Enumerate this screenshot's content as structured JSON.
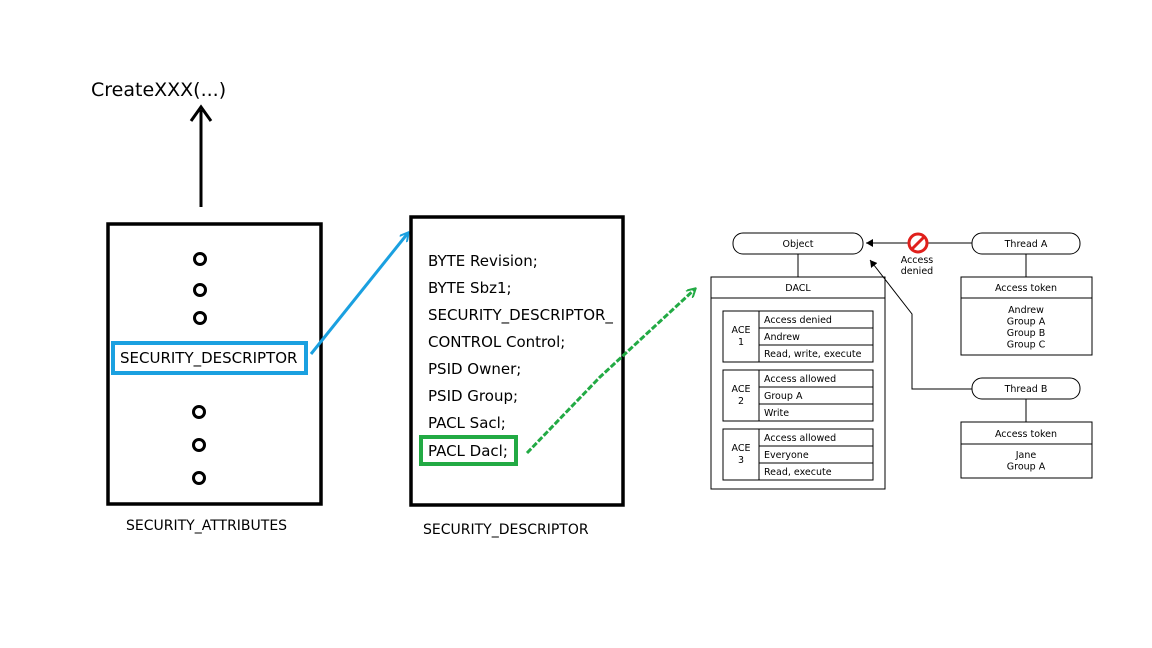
{
  "create_call": "CreateXXX(...)",
  "security_attributes": {
    "highlighted_field": "SECURITY_DESCRIPTOR",
    "caption": "SECURITY_ATTRIBUTES"
  },
  "security_descriptor": {
    "fields": [
      "BYTE Revision;",
      "BYTE Sbz1;",
      "SECURITY_DESCRIPTOR_",
      "CONTROL Control;",
      "PSID Owner;",
      "PSID Group;",
      "PACL Sacl;"
    ],
    "highlighted_field": "PACL Dacl;",
    "caption": "SECURITY_DESCRIPTOR"
  },
  "dacl_diagram": {
    "object_label": "Object",
    "dacl_title": "DACL",
    "aces": [
      {
        "id_line1": "ACE",
        "id_line2": "1",
        "type": "Access  denied",
        "trustee": "Andrew",
        "rights": "Read, write, execute"
      },
      {
        "id_line1": "ACE",
        "id_line2": "2",
        "type": "Access  allowed",
        "trustee": "Group A",
        "rights": "Write"
      },
      {
        "id_line1": "ACE",
        "id_line2": "3",
        "type": "Access  allowed",
        "trustee": "Everyone",
        "rights": "Read, execute"
      }
    ],
    "denied_label_line1": "Access",
    "denied_label_line2": "denied",
    "thread_a": {
      "label": "Thread A",
      "token_title": "Access token",
      "members": [
        "Andrew",
        "Group A",
        "Group B",
        "Group C"
      ]
    },
    "thread_b": {
      "label": "Thread B",
      "token_title": "Access token",
      "members": [
        "Jane",
        "Group A"
      ]
    }
  },
  "colors": {
    "blue_highlight": "#1aa0e0",
    "green_highlight": "#22aa44",
    "deny_red": "#e0201c"
  }
}
